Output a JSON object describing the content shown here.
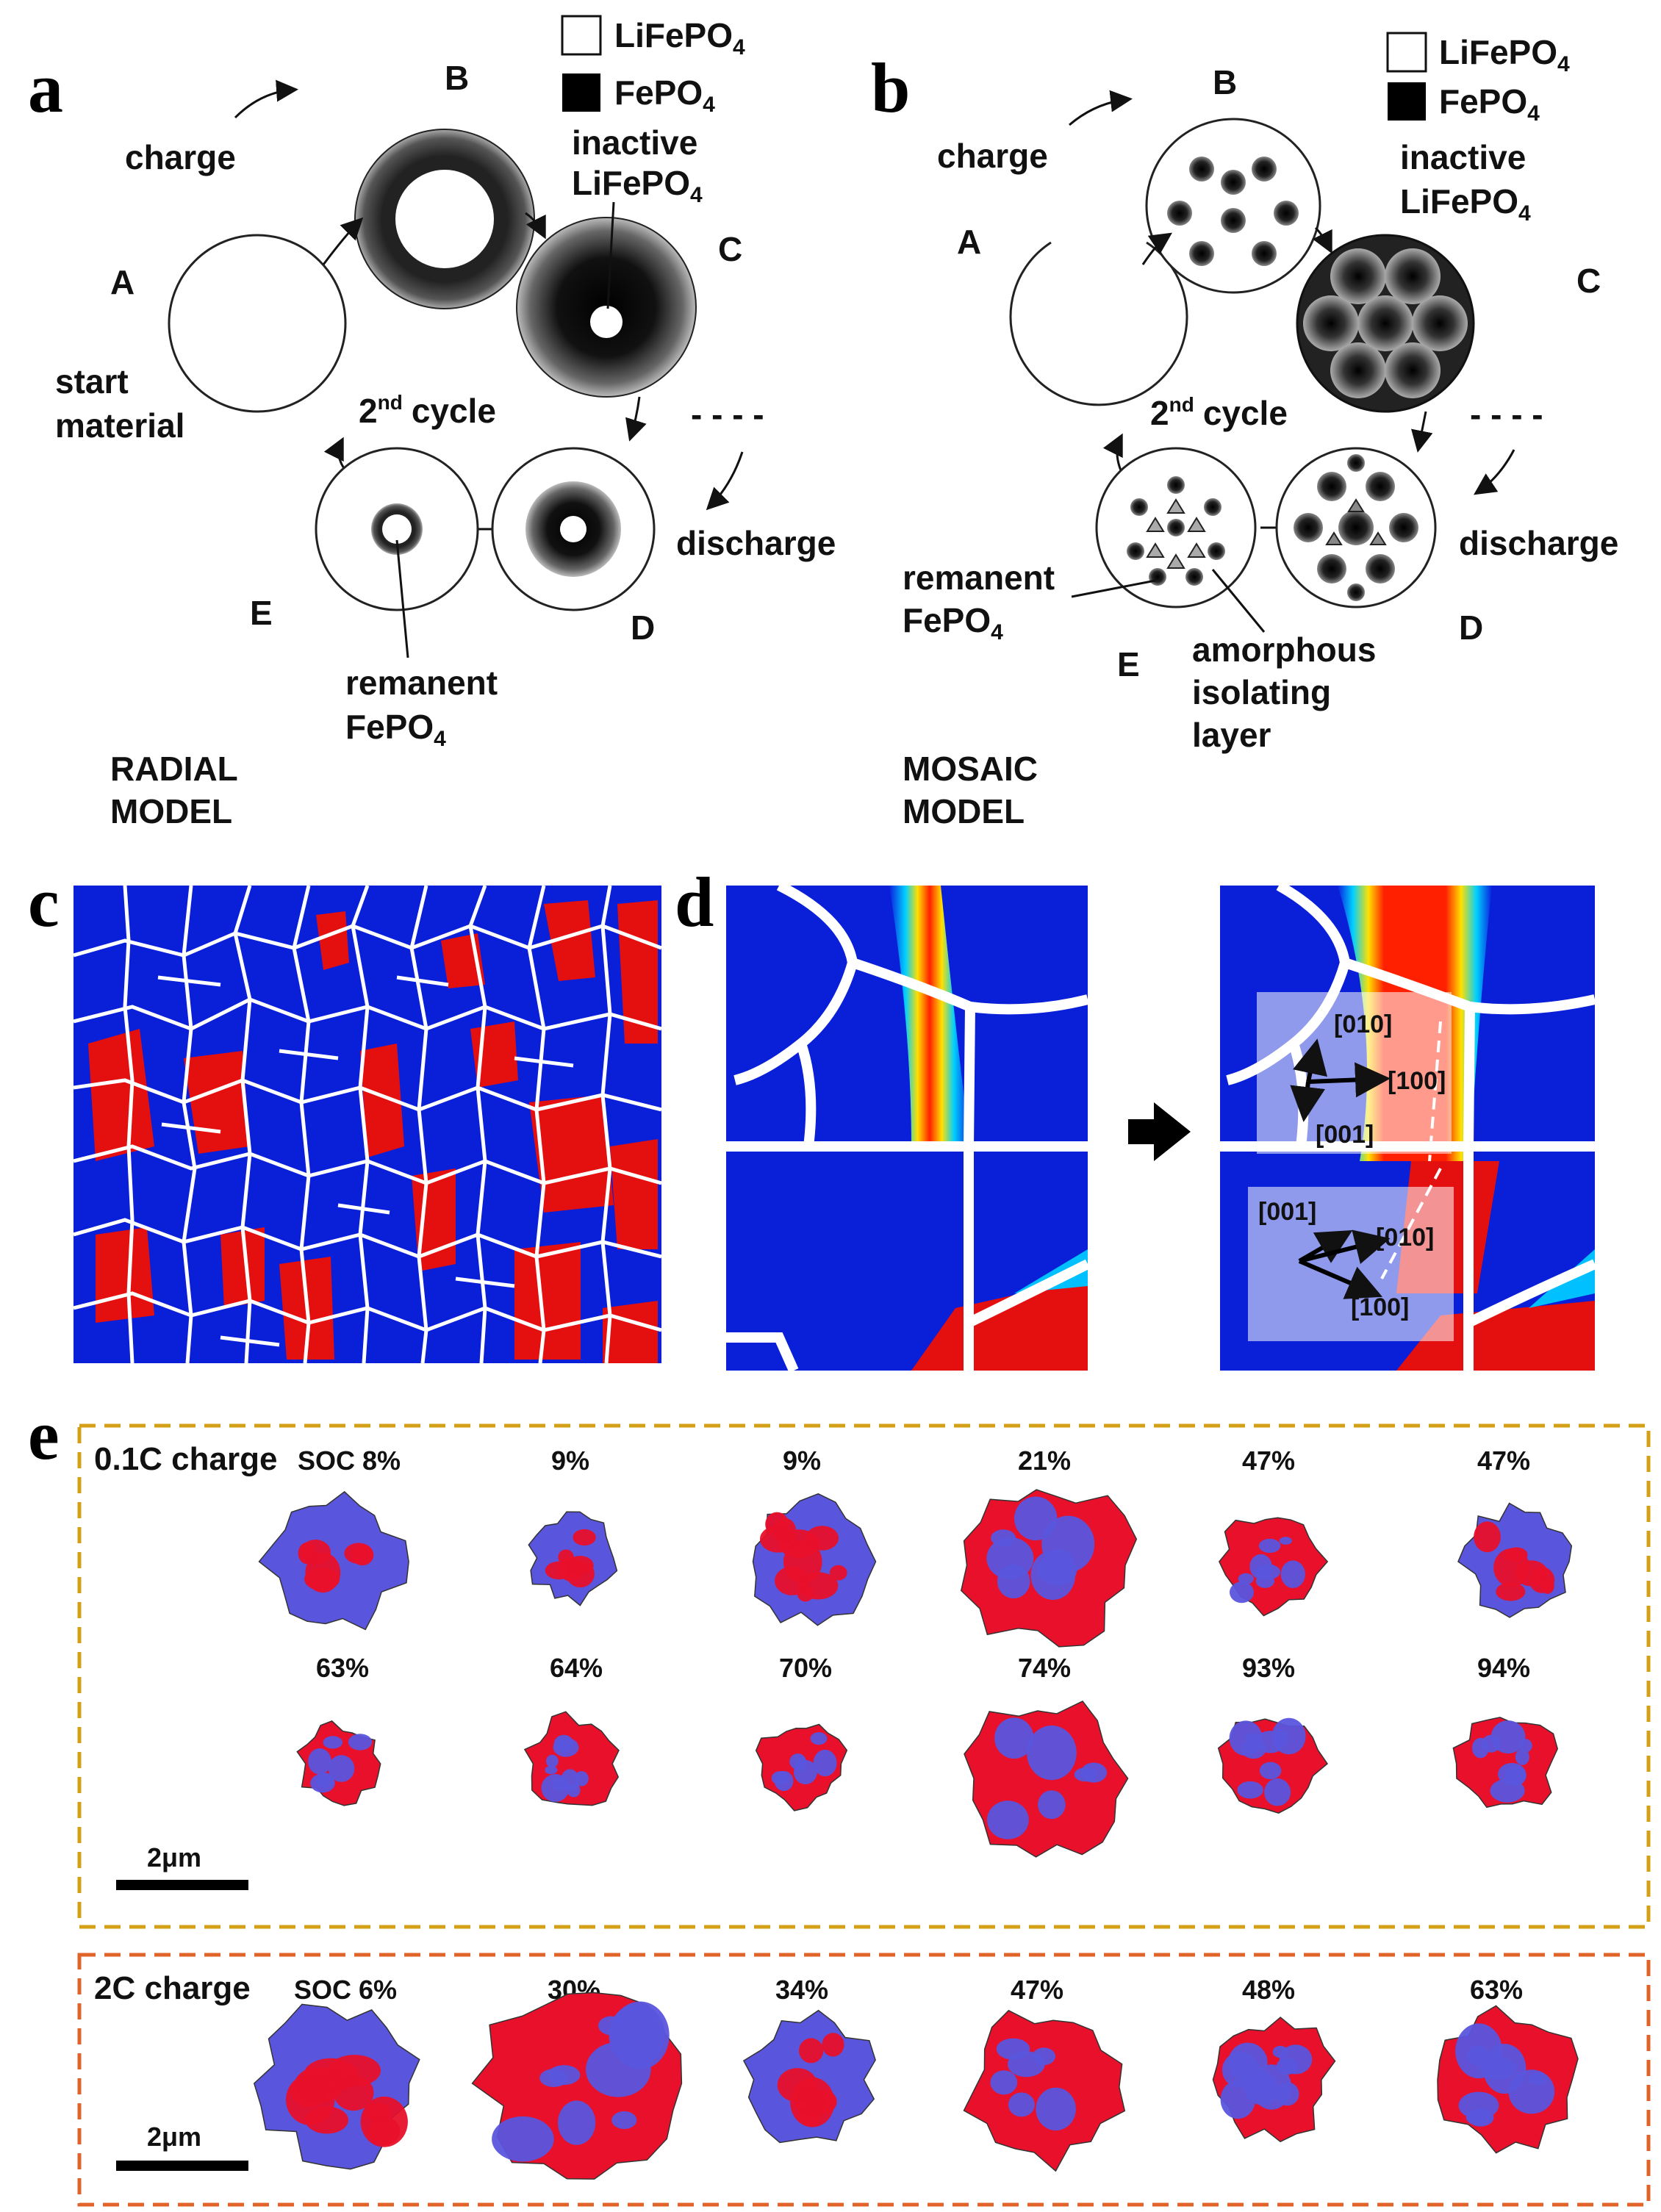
{
  "panel_a": {
    "letter": "a",
    "legend_white": "LiFePO",
    "legend_white_sub": "4",
    "legend_black": "FePO",
    "legend_black_sub": "4",
    "charge": "charge",
    "state_a": "A",
    "state_b": "B",
    "state_c": "C",
    "state_d": "D",
    "state_e": "E",
    "start1": "start",
    "start2": "material",
    "inactive1": "inactive",
    "inactive2": "LiFePO",
    "inactive2_sub": "4",
    "cycle_num": "2",
    "cycle_sup": "nd",
    "cycle_word": "cycle",
    "dash": "- - - -",
    "discharge": "discharge",
    "remanent1": "remanent",
    "remanent2": "FePO",
    "remanent2_sub": "4",
    "model1": "RADIAL",
    "model2": "MODEL"
  },
  "panel_b": {
    "letter": "b",
    "legend_white": "LiFePO",
    "legend_white_sub": "4",
    "legend_black": "FePO",
    "legend_black_sub": "4",
    "charge": "charge",
    "state_a": "A",
    "state_b": "B",
    "state_c": "C",
    "state_d": "D",
    "state_e": "E",
    "inactive1": "inactive",
    "inactive2": "LiFePO",
    "inactive2_sub": "4",
    "cycle_num": "2",
    "cycle_sup": "nd",
    "cycle_word": "cycle",
    "dash": "- - - -",
    "discharge": "discharge",
    "remanent1": "remanent",
    "remanent2": "FePO",
    "remanent2_sub": "4",
    "amorph1": "amorphous",
    "amorph2": "isolating",
    "amorph3": "layer",
    "model1": "MOSAIC",
    "model2": "MODEL"
  },
  "panel_c": {
    "letter": "c"
  },
  "panel_d": {
    "letter": "d",
    "axes_top": [
      "[010]",
      "[100]",
      "[001]"
    ],
    "axes_bottom": [
      "[001]",
      "[010]",
      "[100]"
    ]
  },
  "panel_e": {
    "letter": "e",
    "box1_title": "0.1C charge",
    "box1_row1": [
      "SOC 8%",
      "9%",
      "9%",
      "21%",
      "47%",
      "47%"
    ],
    "box1_row2": [
      "63%",
      "64%",
      "70%",
      "74%",
      "93%",
      "94%"
    ],
    "box2_title": "2C charge",
    "box2_row": [
      "SOC 6%",
      "30%",
      "34%",
      "47%",
      "48%",
      "63%"
    ],
    "scale_bar": "2μm",
    "colors": {
      "box1": "#d4a017",
      "box2": "#e0642a",
      "red": "#e8102a",
      "blue": "#5a55dd"
    }
  }
}
